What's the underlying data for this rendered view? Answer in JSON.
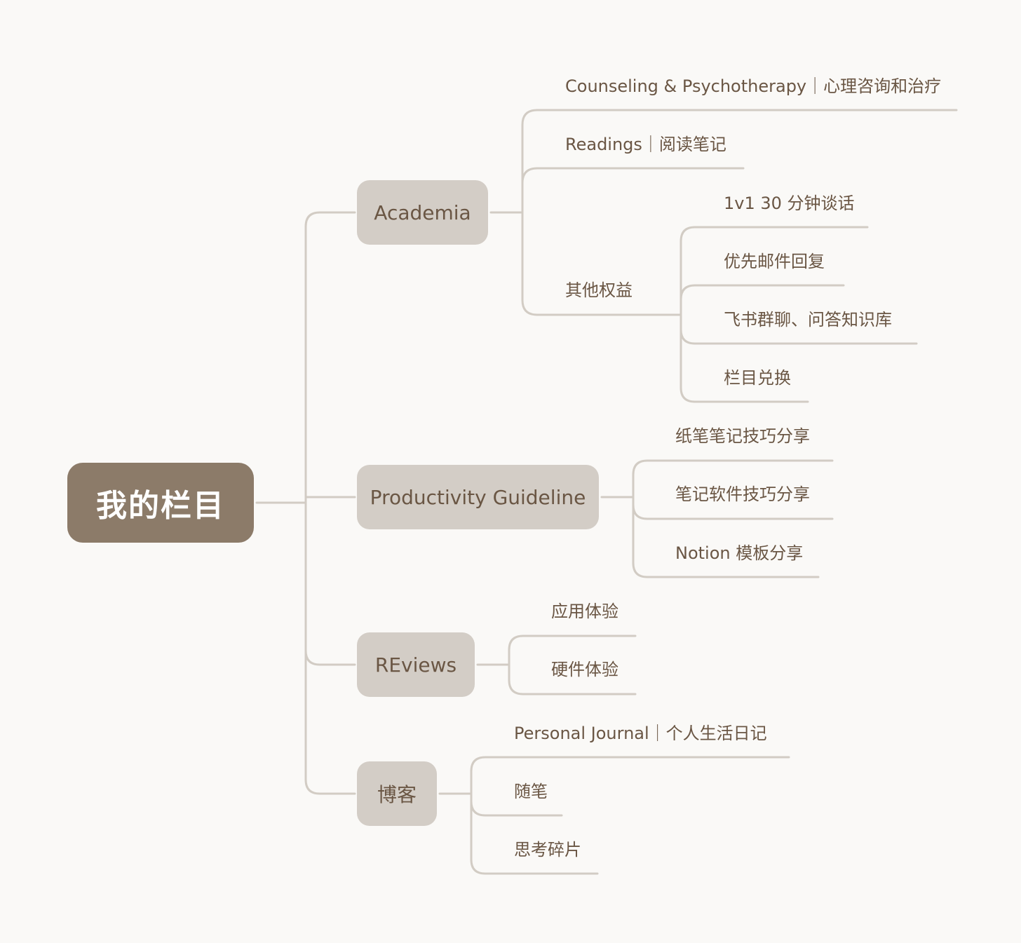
{
  "root": {
    "label": "我的栏目"
  },
  "branches": [
    {
      "label": "Academia",
      "children": [
        {
          "label": "Counseling & Psychotherapy｜心理咨询和治疗"
        },
        {
          "label": "Readings｜阅读笔记"
        },
        {
          "label": "其他权益",
          "children": [
            {
              "label": "1v1 30 分钟谈话"
            },
            {
              "label": "优先邮件回复"
            },
            {
              "label": "飞书群聊、问答知识库"
            },
            {
              "label": "栏目兑换"
            }
          ]
        }
      ]
    },
    {
      "label": "Productivity Guideline",
      "children": [
        {
          "label": "纸笔笔记技巧分享"
        },
        {
          "label": "笔记软件技巧分享"
        },
        {
          "label": "Notion 模板分享"
        }
      ]
    },
    {
      "label": "REviews",
      "children": [
        {
          "label": "应用体验"
        },
        {
          "label": "硬件体验"
        }
      ]
    },
    {
      "label": "博客",
      "children": [
        {
          "label": "Personal Journal｜个人生活日记"
        },
        {
          "label": "随笔"
        },
        {
          "label": "思考碎片"
        }
      ]
    }
  ],
  "colors": {
    "background": "#faf9f7",
    "root_fill": "#8c7b69",
    "branch_fill": "#d3cdc6",
    "text": "#6a5644",
    "connector": "#d2ccc4"
  }
}
